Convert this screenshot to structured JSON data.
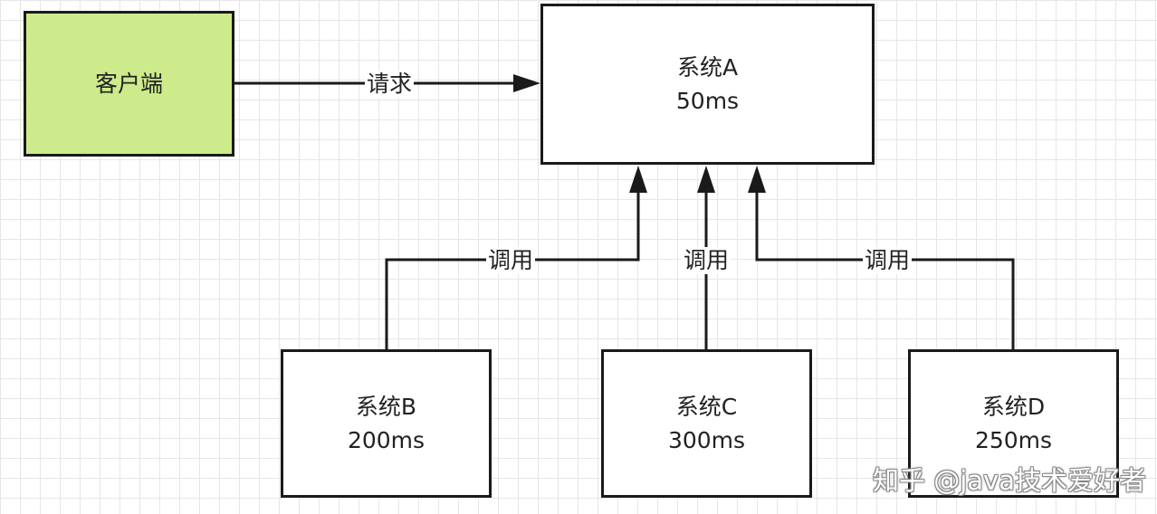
{
  "nodes": {
    "client": {
      "label": "客户端",
      "fill": "#cdeb8b"
    },
    "system_a": {
      "name": "系统A",
      "time": "50ms"
    },
    "system_b": {
      "name": "系统B",
      "time": "200ms"
    },
    "system_c": {
      "name": "系统C",
      "time": "300ms"
    },
    "system_d": {
      "name": "系统D",
      "time": "250ms"
    }
  },
  "edges": {
    "request": {
      "label": "请求"
    },
    "call_b": {
      "label": "调用"
    },
    "call_c": {
      "label": "调用"
    },
    "call_d": {
      "label": "调用"
    }
  },
  "watermark": "知乎 @java技术爱好者"
}
